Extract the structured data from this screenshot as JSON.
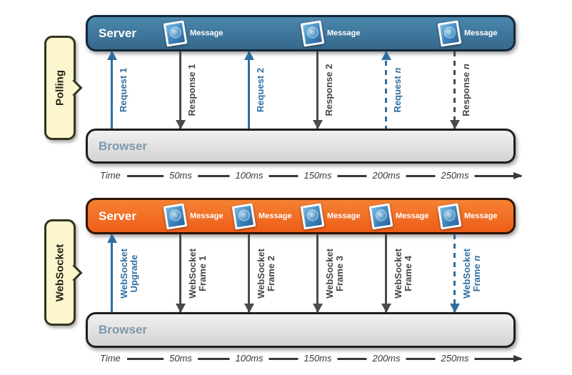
{
  "colors": {
    "server-blue": "#35688c",
    "server-blue-light": "#4b87ad",
    "server-blue-border": "#142838",
    "server-orange": "#ee5d18",
    "server-orange-light": "#f58234",
    "server-orange-border": "#2e1506",
    "browser-gray": "#d3d3d3",
    "browser-gray-light": "#f0f0f0",
    "browser-border": "#1f1f1f",
    "browser-text": "#7e99af",
    "callout-bg": "#fbf6cd",
    "callout-border": "#35351f",
    "callout-text": "#22221a",
    "arrow-blue": "#2f6fa0",
    "arrow-gray": "#4b4b4b",
    "axis-color": "#383838"
  },
  "polling": {
    "callout_label": "Polling",
    "server_label": "Server",
    "browser_label": "Browser",
    "message_label": "Message",
    "arrows": [
      {
        "label": "Request",
        "num": "1"
      },
      {
        "label": "Response",
        "num": "1"
      },
      {
        "label": "Request",
        "num": "2"
      },
      {
        "label": "Response",
        "num": "2"
      },
      {
        "label": "Request",
        "num": "n"
      },
      {
        "label": "Response",
        "num": "n"
      }
    ],
    "axis": {
      "origin": "Time",
      "ticks": [
        "50ms",
        "100ms",
        "150ms",
        "200ms",
        "250ms"
      ]
    }
  },
  "websocket": {
    "callout_label": "WebSocket",
    "server_label": "Server",
    "browser_label": "Browser",
    "message_label": "Message",
    "arrows": [
      {
        "label": "WebSocket",
        "line2": "Upgrade"
      },
      {
        "label": "WebSocket",
        "line2": "Frame",
        "num": "1"
      },
      {
        "label": "WebSocket",
        "line2": "Frame",
        "num": "2"
      },
      {
        "label": "WebSocket",
        "line2": "Frame",
        "num": "3"
      },
      {
        "label": "WebSocket",
        "line2": "Frame",
        "num": "4"
      },
      {
        "label": "WebSocket",
        "line2": "Frame",
        "num": "n"
      }
    ],
    "axis": {
      "origin": "Time",
      "ticks": [
        "50ms",
        "100ms",
        "150ms",
        "200ms",
        "250ms"
      ]
    }
  }
}
